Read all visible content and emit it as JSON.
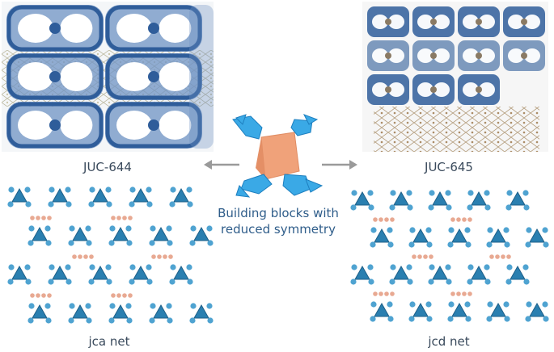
{
  "labels": {
    "top_left": "JUC-644",
    "top_right": "JUC-645",
    "center_line1": "Building blocks with",
    "center_line2": "reduced symmetry",
    "bottom_left": "jca net",
    "bottom_right": "jcd net"
  },
  "colors": {
    "framework_blue": "#2f5d9a",
    "framework_blue_light": "#6f93c4",
    "node_blue": "#2a7fb0",
    "link_pink": "#e8a992",
    "block_orange": "#f0a27a",
    "block_blue": "#3aa9e6",
    "arrow_grey": "#9a9a9a",
    "label_text": "#3a4a5c",
    "center_text": "#2f5d8a"
  },
  "icons": {
    "left_arrow": "arrow-left-icon",
    "right_arrow": "arrow-right-icon",
    "building_block": "tetrahedral-building-block-icon"
  }
}
